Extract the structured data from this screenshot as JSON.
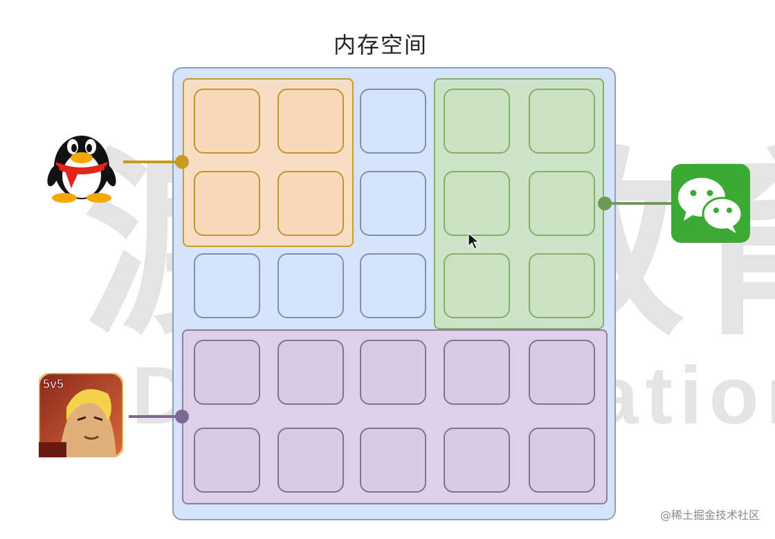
{
  "title": "内存空间",
  "watermark": {
    "top_text": "渡一教育",
    "bottom_text": "Duyi Education"
  },
  "footer": "@稀土掘金技术社区",
  "apps": [
    {
      "name": "QQ",
      "icon": "qq-penguin-icon",
      "color": "#c99a1f"
    },
    {
      "name": "微信",
      "icon": "wechat-icon",
      "color": "#6e9a57"
    },
    {
      "name": "王者荣耀",
      "icon": "5v5-game-icon",
      "badge": "5v5",
      "color": "#7d6a92"
    }
  ],
  "colors": {
    "memory_fill": "#d5e4fb",
    "qq_region": "#fcdcb9",
    "wechat_region": "#cde4be",
    "game_region": "#decee6"
  }
}
